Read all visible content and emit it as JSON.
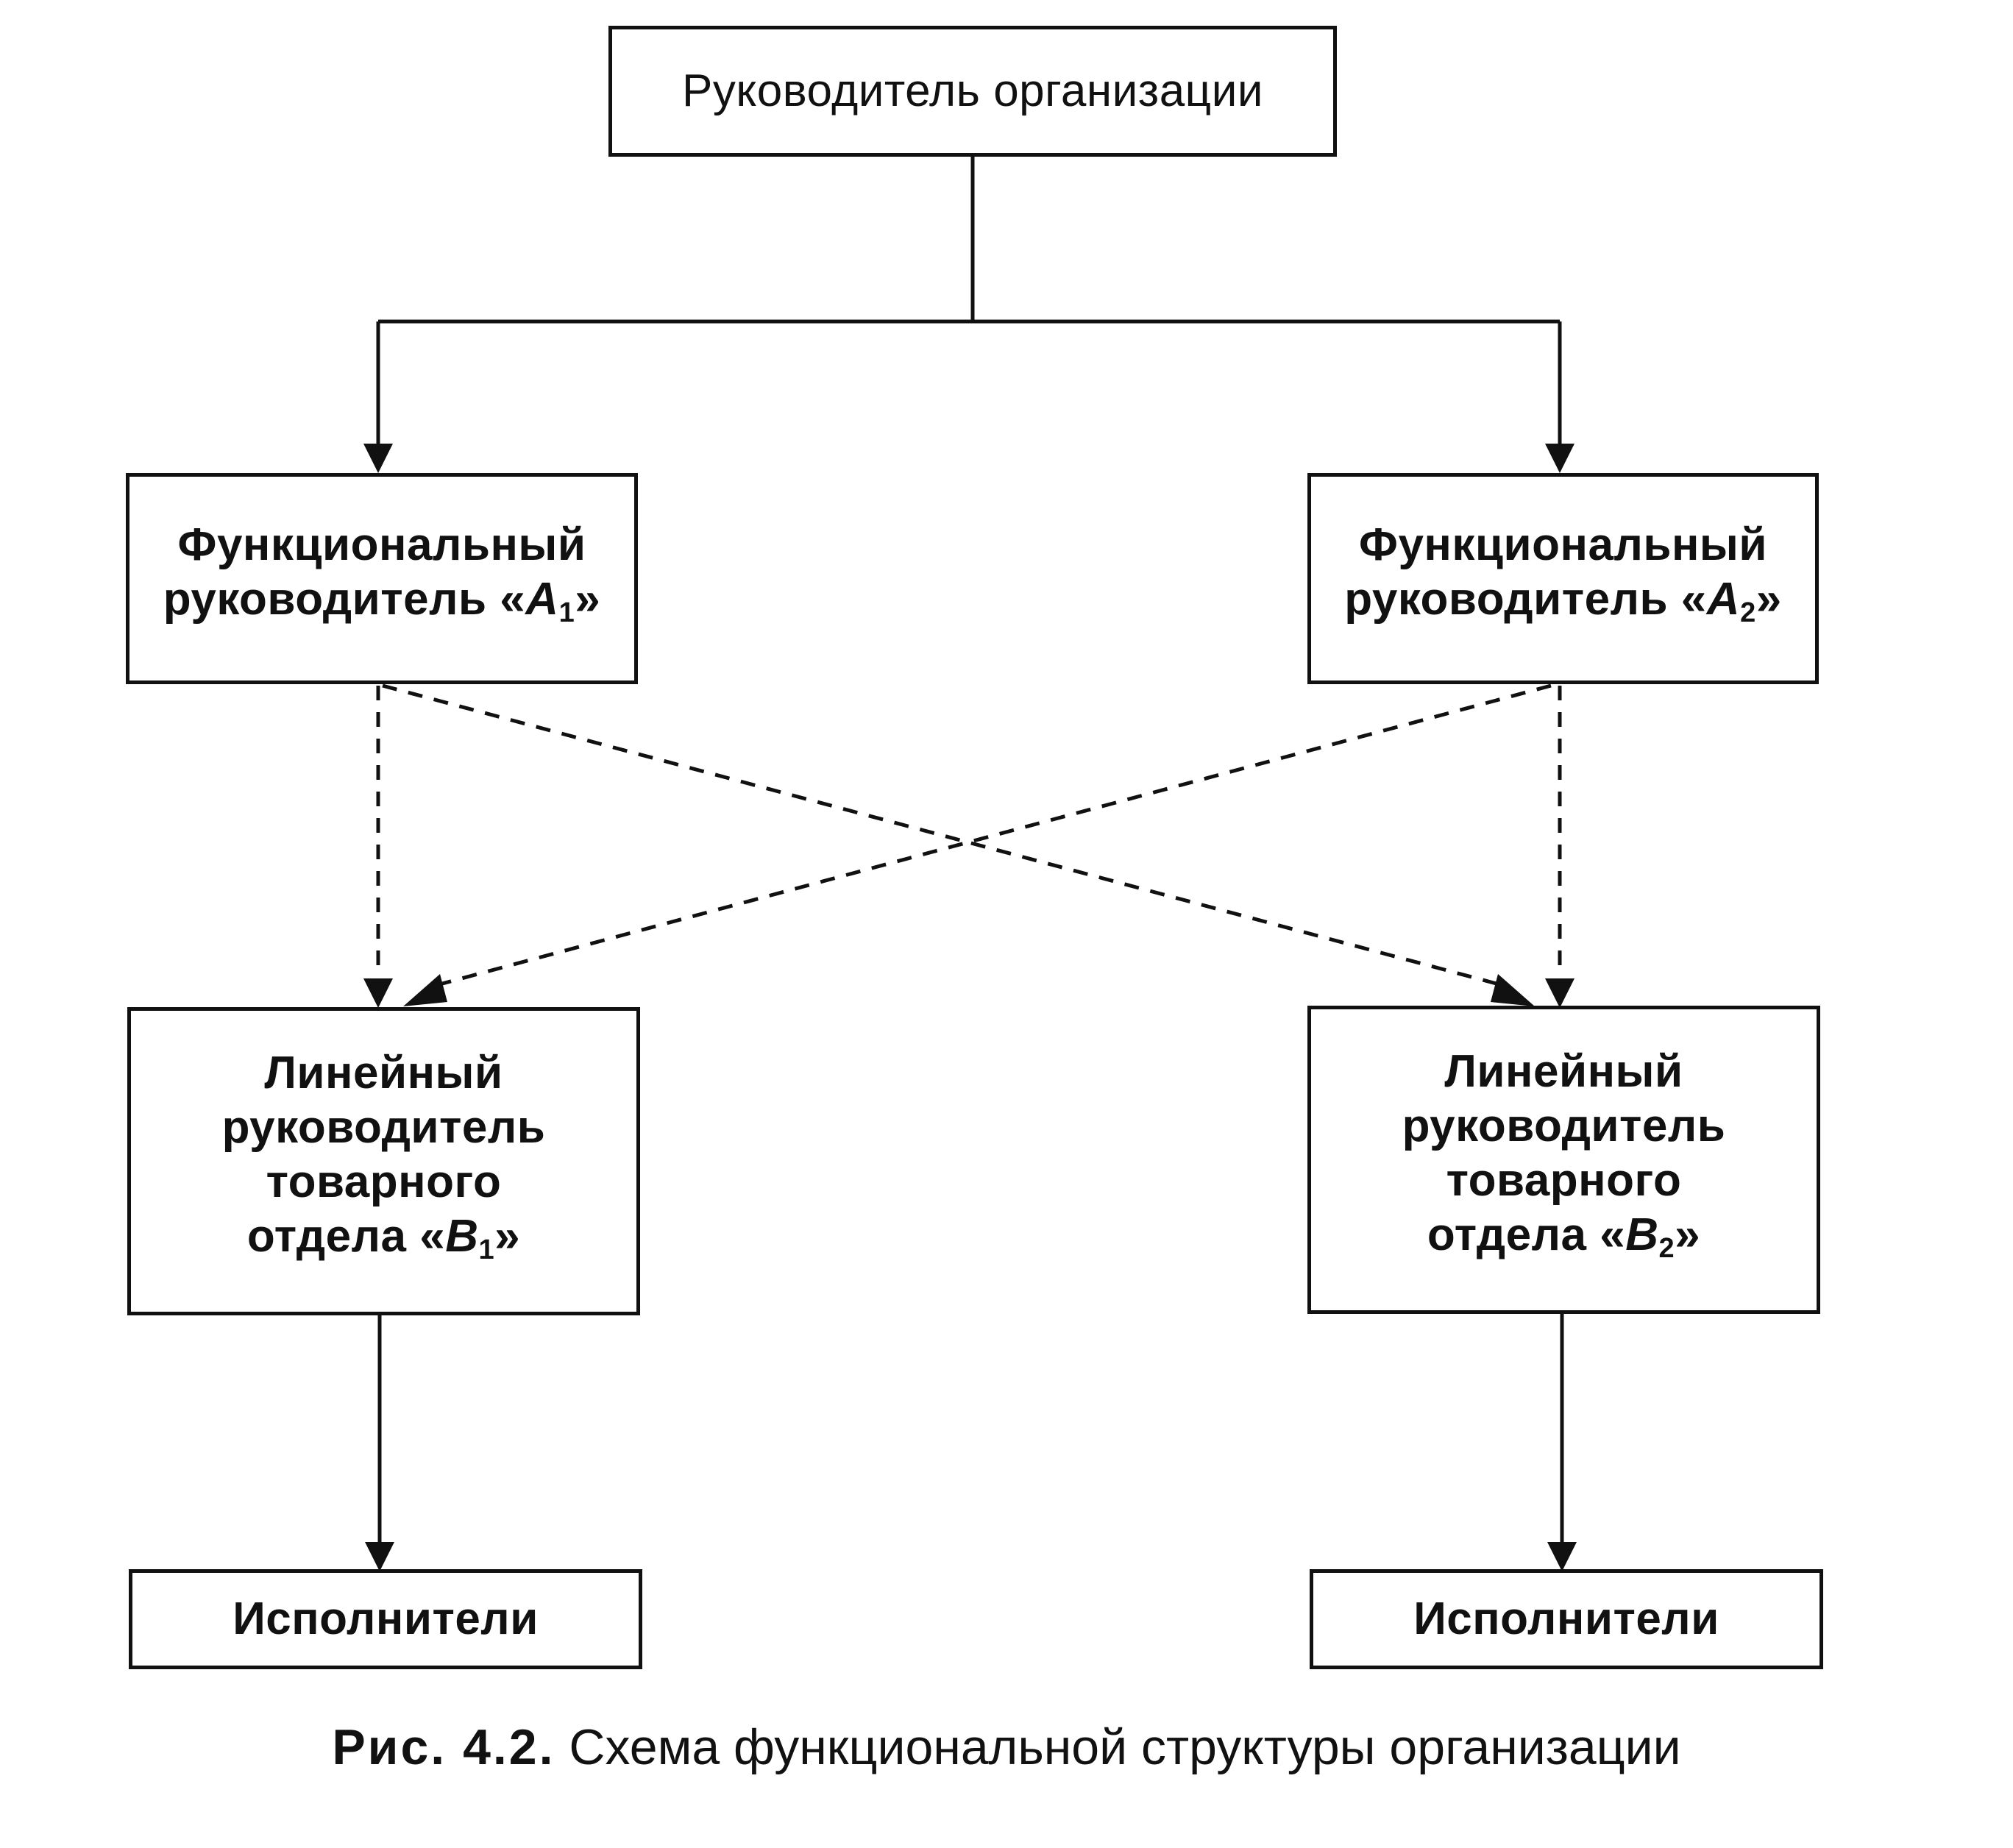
{
  "nodes": {
    "head": {
      "text": "Руководитель организации"
    },
    "func_a1": {
      "line1": "Функциональный",
      "line2_prefix": "руководитель «",
      "letter": "A",
      "sub": "1",
      "suffix": "»"
    },
    "func_a2": {
      "line1": "Функциональный",
      "line2_prefix": "руководитель «",
      "letter": "A",
      "sub": "2",
      "suffix": "»"
    },
    "line_b1": {
      "line1": "Линейный",
      "line2": "руководитель",
      "line3": "товарного",
      "line4_prefix": "отдела «",
      "letter": "B",
      "sub": "1",
      "suffix": "»"
    },
    "line_b2": {
      "line1": "Линейный",
      "line2": "руководитель",
      "line3": "товарного",
      "line4_prefix": "отдела «",
      "letter": "B",
      "sub": "2",
      "suffix": "»"
    },
    "exec_1": {
      "text": "Исполнители"
    },
    "exec_2": {
      "text": "Исполнители"
    }
  },
  "caption": {
    "number": "Рис. 4.2.",
    "text": " Схема функциональной структуры организации"
  },
  "edges": [
    {
      "from": "head",
      "to": "func_a1",
      "style": "solid"
    },
    {
      "from": "head",
      "to": "func_a2",
      "style": "solid"
    },
    {
      "from": "func_a1",
      "to": "line_b1",
      "style": "dashed"
    },
    {
      "from": "func_a1",
      "to": "line_b2",
      "style": "dashed"
    },
    {
      "from": "func_a2",
      "to": "line_b1",
      "style": "dashed"
    },
    {
      "from": "func_a2",
      "to": "line_b2",
      "style": "dashed"
    },
    {
      "from": "line_b1",
      "to": "exec_1",
      "style": "solid"
    },
    {
      "from": "line_b2",
      "to": "exec_2",
      "style": "solid"
    }
  ]
}
